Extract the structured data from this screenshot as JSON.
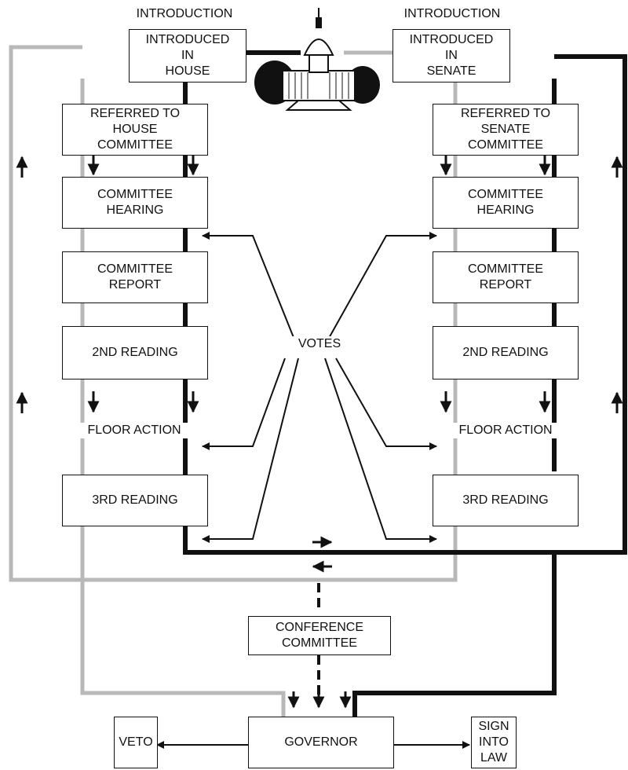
{
  "house": {
    "heading": "INTRODUCTION",
    "steps": {
      "introduced": "INTRODUCED\nIN\nHOUSE",
      "referred": "REFERRED TO\nHOUSE\nCOMMITTEE",
      "hearing": "COMMITTEE\nHEARING",
      "report": "COMMITTEE\nREPORT",
      "second_reading": "2ND READING",
      "floor_action": "FLOOR ACTION",
      "third_reading": "3RD READING"
    }
  },
  "senate": {
    "heading": "INTRODUCTION",
    "steps": {
      "introduced": "INTRODUCED\nIN\nSENATE",
      "referred": "REFERRED TO\nSENATE\nCOMMITTEE",
      "hearing": "COMMITTEE\nHEARING",
      "report": "COMMITTEE\nREPORT",
      "second_reading": "2ND READING",
      "floor_action": "FLOOR ACTION",
      "third_reading": "3RD READING"
    }
  },
  "votes_label": "VOTES",
  "conference_committee": "CONFERENCE\nCOMMITTEE",
  "governor": "GOVERNOR",
  "veto": "VETO",
  "sign_into_law": "SIGN\nINTO\nLAW",
  "colors": {
    "line_dark": "#111111",
    "line_gray": "#b8b8b8",
    "background": "#ffffff"
  },
  "icons": {
    "capitol": "capitol-building-icon"
  }
}
